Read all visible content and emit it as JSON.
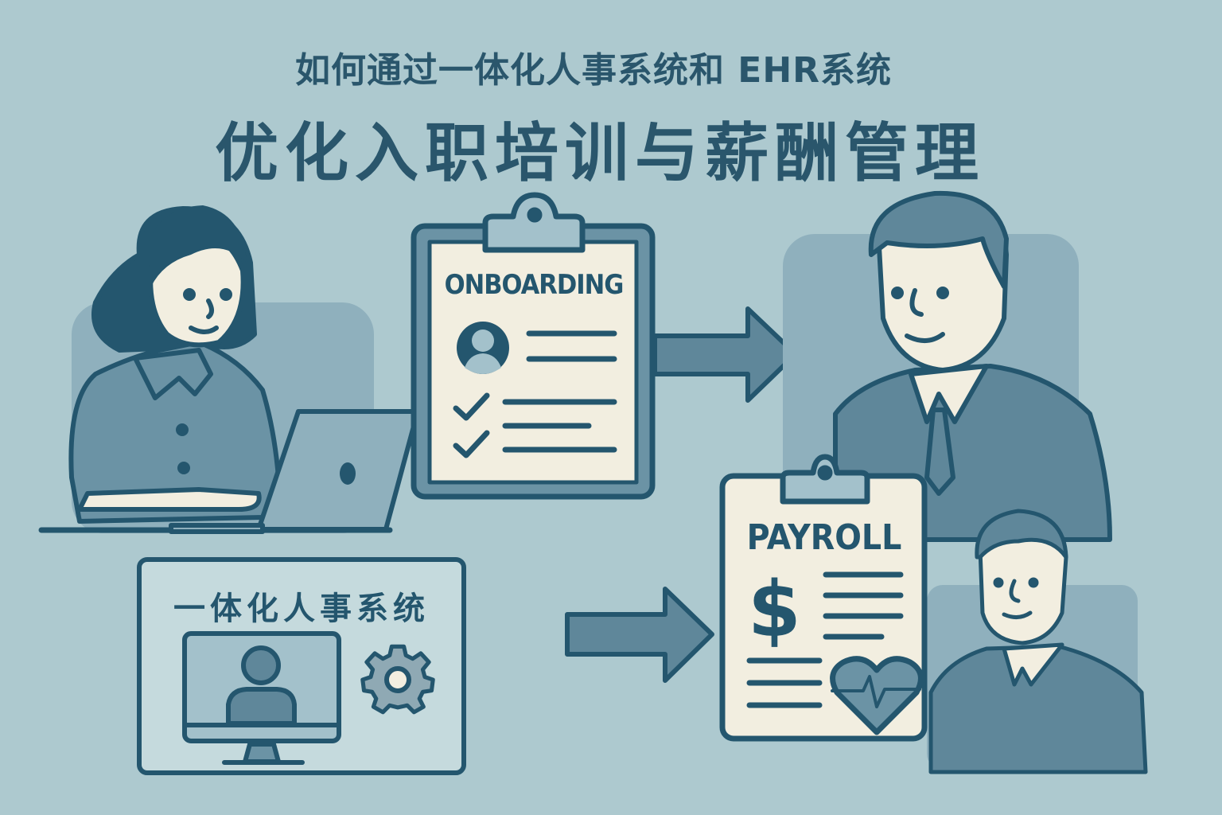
{
  "header": {
    "subtitle": "如何通过一体化人事系统和 EHR系统",
    "title": "优化入职培训与薪酬管理"
  },
  "onboarding_card": {
    "label": "ONBOARDING",
    "icons": [
      "clipboard-icon",
      "user-avatar-icon",
      "checkmark-icon",
      "checkmark-icon"
    ]
  },
  "payroll_card": {
    "label": "PAYROLL",
    "currency_symbol": "$",
    "icons": [
      "clipboard-icon",
      "dollar-icon",
      "heart-pulse-icon"
    ]
  },
  "hr_system_card": {
    "label": "一体化人事系统",
    "icons": [
      "monitor-user-icon",
      "gear-icon"
    ]
  },
  "figures": [
    "woman-at-laptop",
    "businessman-large",
    "businessman-small"
  ],
  "colors": {
    "background": "#adc9cf",
    "ink": "#24566e",
    "mid": "#6b93a5",
    "light": "#a3c1cb",
    "paper": "#f2eee0"
  }
}
